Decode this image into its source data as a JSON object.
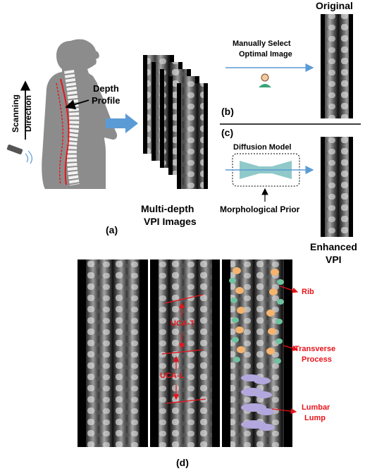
{
  "labels": {
    "scanning": "Scanning",
    "direction": "Direction",
    "depth_profile_line1": "Depth",
    "depth_profile_line2": "Profile",
    "multi_depth_line1": "Multi-depth",
    "multi_depth_line2": "VPI Images",
    "panel_a": "(a)",
    "panel_b": "(b)",
    "panel_c": "(c)",
    "panel_d": "(d)",
    "original": "Original",
    "manual_line1": "Manually Select",
    "manual_line2": "Optimal Image",
    "diffusion_model": "Diffusion Model",
    "morphological_prior": "Morphological Prior",
    "enhanced_line1": "Enhanced",
    "enhanced_line2": "VPI"
  },
  "annotations": {
    "uca_t": "UCA-T",
    "uca_l": "UCA-L",
    "rib": "Rib",
    "transverse_line1": "Transverse",
    "transverse_line2": "Process",
    "lumbar_line1": "Lumbar",
    "lumbar_line2": "Lump"
  },
  "colors": {
    "silhouette": "#8c8c8c",
    "accent_red": "#e8141b",
    "arrow_blue": "#5b9bd5",
    "model_teal": "#8fc9c9",
    "rib_orange": "#f4b46e",
    "transverse_green": "#6fc2a0",
    "lumbar_purple": "#b3a8dd",
    "image_bg": "#000000"
  },
  "icons": [
    "ultrasound-probe-icon",
    "doctor-icon"
  ]
}
